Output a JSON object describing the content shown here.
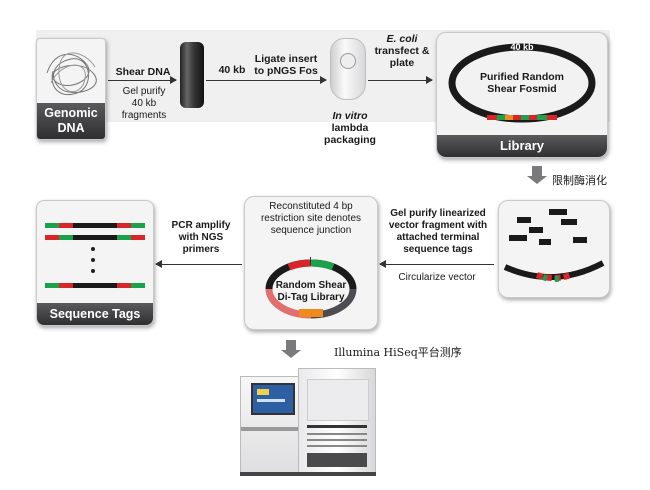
{
  "genomic": {
    "title": "Genomic DNA"
  },
  "steps": {
    "shear": "Shear DNA",
    "gel_purify": "Gel purify 40 kb fragments",
    "size": "40 kb",
    "ligate": "Ligate insert to pNGS Fos",
    "in_vitro_italic": "In vitro",
    "packaging": "lambda packaging",
    "ecoli_italic": "E. coli",
    "transfect": "transfect & plate"
  },
  "library": {
    "ring_label": "40 kb",
    "title": "Purified Random Shear Fosmid",
    "bar": "Library"
  },
  "digest": {
    "chinese_label": "限制酶消化"
  },
  "linearized": {
    "text": "Gel purify linearized vector fragment with attached terminal sequence tags",
    "circularize": "Circularize vector"
  },
  "ditag": {
    "reconstituted": "Reconstituted 4 bp restriction site denotes sequence junction",
    "title": "Random Shear Di-Tag Library"
  },
  "pcr": {
    "text": "PCR amplify with NGS primers"
  },
  "tags": {
    "bar": "Sequence Tags"
  },
  "sequencing": {
    "label": "Illumina HiSeq平台测序"
  },
  "colors": {
    "red": "#d7262a",
    "green": "#1aa14b",
    "orange": "#ef8a1e",
    "black": "#1a1a1a",
    "gray_bar": "#444446"
  }
}
